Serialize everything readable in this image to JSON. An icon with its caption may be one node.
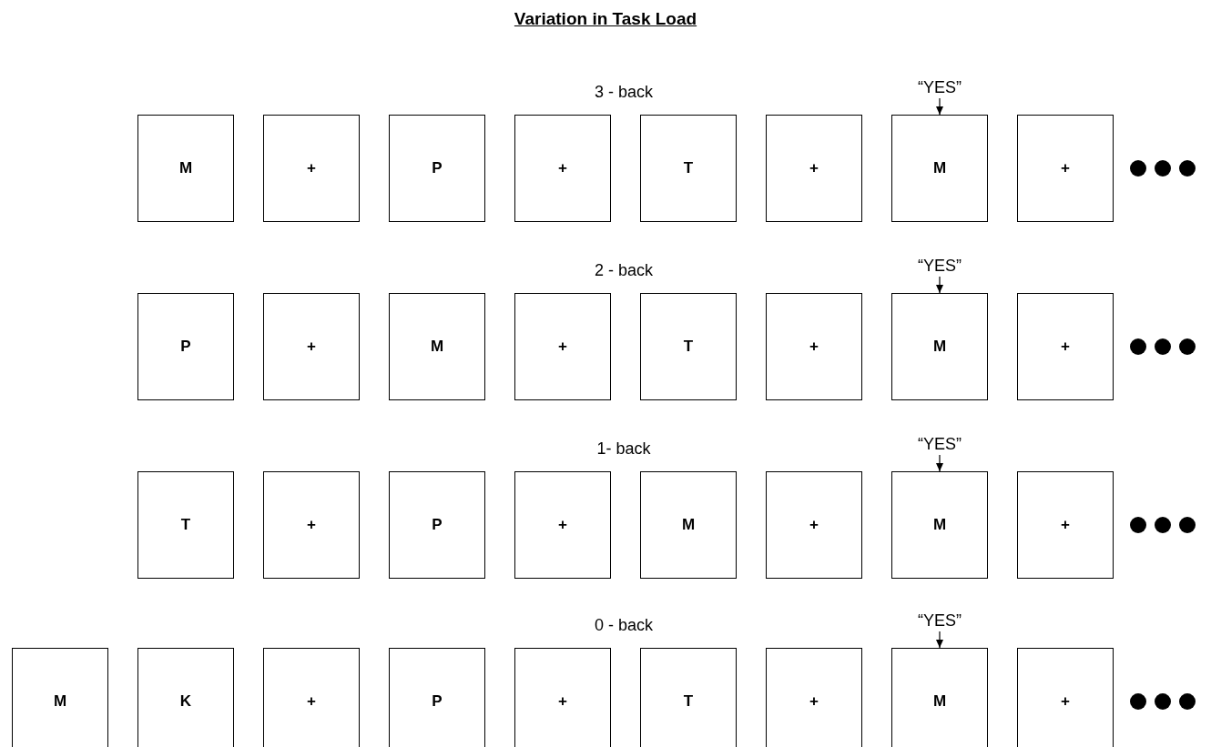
{
  "diagram": {
    "title": "Variation in Task Load",
    "nodes": [
      {
        "text": [
          "“YES”"
        ]
      },
      {
        "text": [
          "M"
        ]
      },
      {
        "text": [
          "+"
        ]
      },
      {
        "text": [
          "P"
        ]
      },
      {
        "text": [
          "+"
        ]
      },
      {
        "text": [
          "T"
        ]
      },
      {
        "text": [
          "+"
        ]
      },
      {
        "text": [
          "M"
        ]
      },
      {
        "text": [
          "+"
        ]
      },
      {
        "text": [
          "“YES”"
        ]
      },
      {
        "text": [
          "P"
        ]
      },
      {
        "text": [
          "+"
        ]
      },
      {
        "text": [
          "M"
        ]
      },
      {
        "text": [
          "+"
        ]
      },
      {
        "text": [
          "T"
        ]
      },
      {
        "text": [
          "+"
        ]
      },
      {
        "text": [
          "M"
        ]
      },
      {
        "text": [
          "+"
        ]
      },
      {
        "text": [
          "“YES”"
        ]
      },
      {
        "text": [
          "T"
        ]
      },
      {
        "text": [
          "+"
        ]
      },
      {
        "text": [
          "P"
        ]
      },
      {
        "text": [
          "+"
        ]
      },
      {
        "text": [
          "M"
        ]
      },
      {
        "text": [
          "+"
        ]
      },
      {
        "text": [
          "M"
        ]
      },
      {
        "text": [
          "+"
        ]
      },
      {
        "text": [
          "“YES”"
        ]
      },
      {
        "text": [
          "M"
        ]
      },
      {
        "text": [
          "K"
        ]
      },
      {
        "text": [
          "+"
        ]
      },
      {
        "text": [
          "P"
        ]
      },
      {
        "text": [
          "+"
        ]
      },
      {
        "text": [
          "T"
        ]
      },
      {
        "text": [
          "+"
        ]
      },
      {
        "text": [
          "M"
        ]
      },
      {
        "text": [
          "+"
        ]
      }
    ],
    "edges": [
      {
        "from": 0,
        "to": 7,
        "arrow": "to"
      },
      {
        "from": 9,
        "to": 16,
        "arrow": "to"
      },
      {
        "from": 18,
        "to": 25,
        "arrow": "to"
      },
      {
        "from": 27,
        "to": 35,
        "arrow": "to"
      }
    ],
    "labels": [
      "3 - back",
      "2 - back",
      "1- back",
      "0 - back"
    ]
  }
}
